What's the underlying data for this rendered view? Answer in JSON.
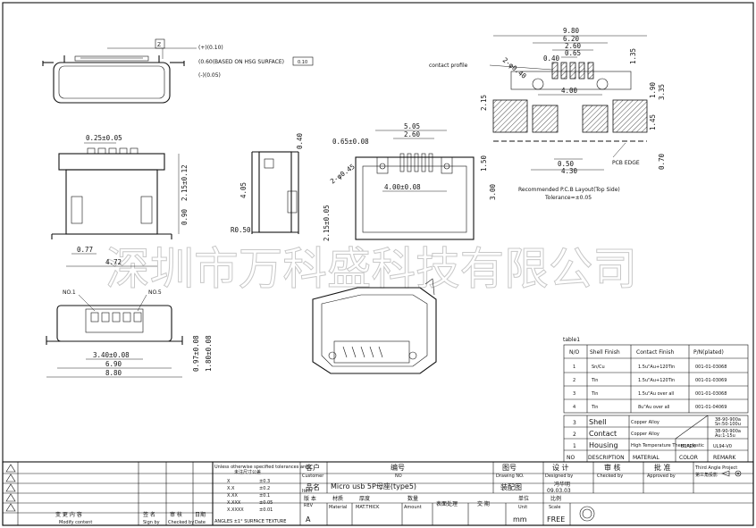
{
  "watermark": "深圳市万科盛科技有限公司",
  "views": {
    "top_view": {
      "datum": "Z",
      "tol_plus": "(+)(0.10)",
      "flatness": "(0.60(BASED ON HSG SURFACE)",
      "flatness_frame": "0.10",
      "tol_minus": "(-)(0.05)"
    },
    "front_view": {
      "d_top": "0.25±0.05",
      "d_side": "2.15±0.12",
      "d_leg": "0.90",
      "d_pitch": "0.77",
      "d_width": "4.72"
    },
    "side_view": {
      "d_040": "0.40",
      "d_405": "4.05",
      "radius": "R0.50"
    },
    "bottom_view": {
      "d_505": "5.05",
      "d_260": "2.60",
      "d_065": "0.65±0.08",
      "d_phi": "2-φ0.45",
      "d_400": "4.00±0.08",
      "d_150": "1.50",
      "d_300": "3.00",
      "d_215": "2.15±0.05"
    },
    "rear_view": {
      "no1": "NO.1",
      "no5": "NO.5",
      "d_340": "3.40±0.08",
      "d_690": "6.90",
      "d_880": "8.80",
      "d_097": "0.97±0.08",
      "d_180": "1.80±0.08"
    },
    "pcb_layout": {
      "d_980": "9.80",
      "d_620": "6.20",
      "d_260": "2.60",
      "d_065": "0.65",
      "d_040": "0.40",
      "d_phi": "2-φ0.40",
      "d_135": "1.35",
      "contact_profile": "contact profile",
      "d_400": "4.00",
      "d_215": "2.15",
      "d_190": "1.90",
      "d_335": "3.35",
      "d_145": "1.45",
      "d_050": "0.50",
      "d_430": "4.30",
      "pcb_edge": "PCB EDGE",
      "d_070": "0.70",
      "caption": "Recommended P.C.B Layout(Top Side)",
      "tolerance": "Tolerance=±0.05"
    }
  },
  "plating_table": {
    "title": "table1",
    "headers": [
      "N/O",
      "Shell Finish",
      "Contact Finish",
      "P/N(plated)"
    ],
    "rows": [
      [
        "1",
        "Sn/Cu",
        "1.5u\"Au+120Tin",
        "001-01-03068"
      ],
      [
        "2",
        "Tin",
        "1.5u\"Au+120Tin",
        "001-01-03069"
      ],
      [
        "3",
        "Tin",
        "1.5u\"Au over all",
        "001-01-03068"
      ],
      [
        "4",
        "Tin",
        "8u\"Au over all",
        "001-01-04069"
      ]
    ]
  },
  "bom": {
    "rows": [
      {
        "no": "3",
        "desc": "Shell",
        "material": "Copper Alloy",
        "color": "",
        "remark": ""
      },
      {
        "no": "2",
        "desc": "Contact",
        "material": "Copper Alloy",
        "color": "",
        "remark": ""
      },
      {
        "no": "1",
        "desc": "Housing",
        "material": "High Temperature Thermoplastic",
        "color": "BLACK",
        "remark": "UL94-V0"
      }
    ],
    "headers": [
      "NO",
      "DESCRIPTION",
      "MATERIAL",
      "COLOR",
      "REMARK"
    ]
  },
  "title_block": {
    "customer_cn": "客户",
    "customer_en": "Customer",
    "part_no_cn": "编号",
    "part_no_en": "NO",
    "drawing_no_cn": "图号",
    "drawing_no_en": "Drawing NO.",
    "designed_cn": "设 计",
    "designed_en": "Designed by",
    "designer": "冯华明",
    "date": "09.03.03",
    "checked_cn": "审 核",
    "checked_en": "Checked by",
    "approved_cn": "批 准",
    "approved_en": "Approved by",
    "projection_en": "Third Angle Project",
    "projection_cn": "第三角投影",
    "item_cn": "品名",
    "item_en": "Item",
    "item_name": "Micro usb 5P母座(type5)",
    "drawing_type": "装配图",
    "rev_cn": "版 本",
    "rev_en": "REV",
    "rev": "A",
    "material_cn": "材质",
    "material_en": "Material",
    "thick_cn": "厚度",
    "thick_en": "MAT.THICK",
    "amount_cn": "数量",
    "amount_en": "Amount",
    "surface_cn": "表面处理",
    "delivery_cn": "交 期",
    "unit_cn": "单位",
    "unit_en": "Unit",
    "unit": "mm",
    "scale_cn": "比例",
    "scale_en": "Scale",
    "scale": "FREE",
    "modify_cn": "变 更 内 容",
    "modify_en": "Modify content",
    "sign_cn": "签 名",
    "sign_en": "Sign by",
    "check_cn": "审 核",
    "check_en": "Checked by",
    "date_cn": "日期",
    "date_en": "Date",
    "tol_title": "未注尺寸公差",
    "tol_note": "Unless otherwise specified tolerances are",
    "tol_rows": [
      [
        "X",
        "±0.3"
      ],
      [
        "X.X",
        "±0.2"
      ],
      [
        "X.XX",
        "±0.1"
      ],
      [
        "X.XXX",
        "±0.05"
      ],
      [
        "X.XXXX",
        "±0.01"
      ]
    ],
    "angles": "ANGLES ±1° SURFACE TEXTURE"
  }
}
